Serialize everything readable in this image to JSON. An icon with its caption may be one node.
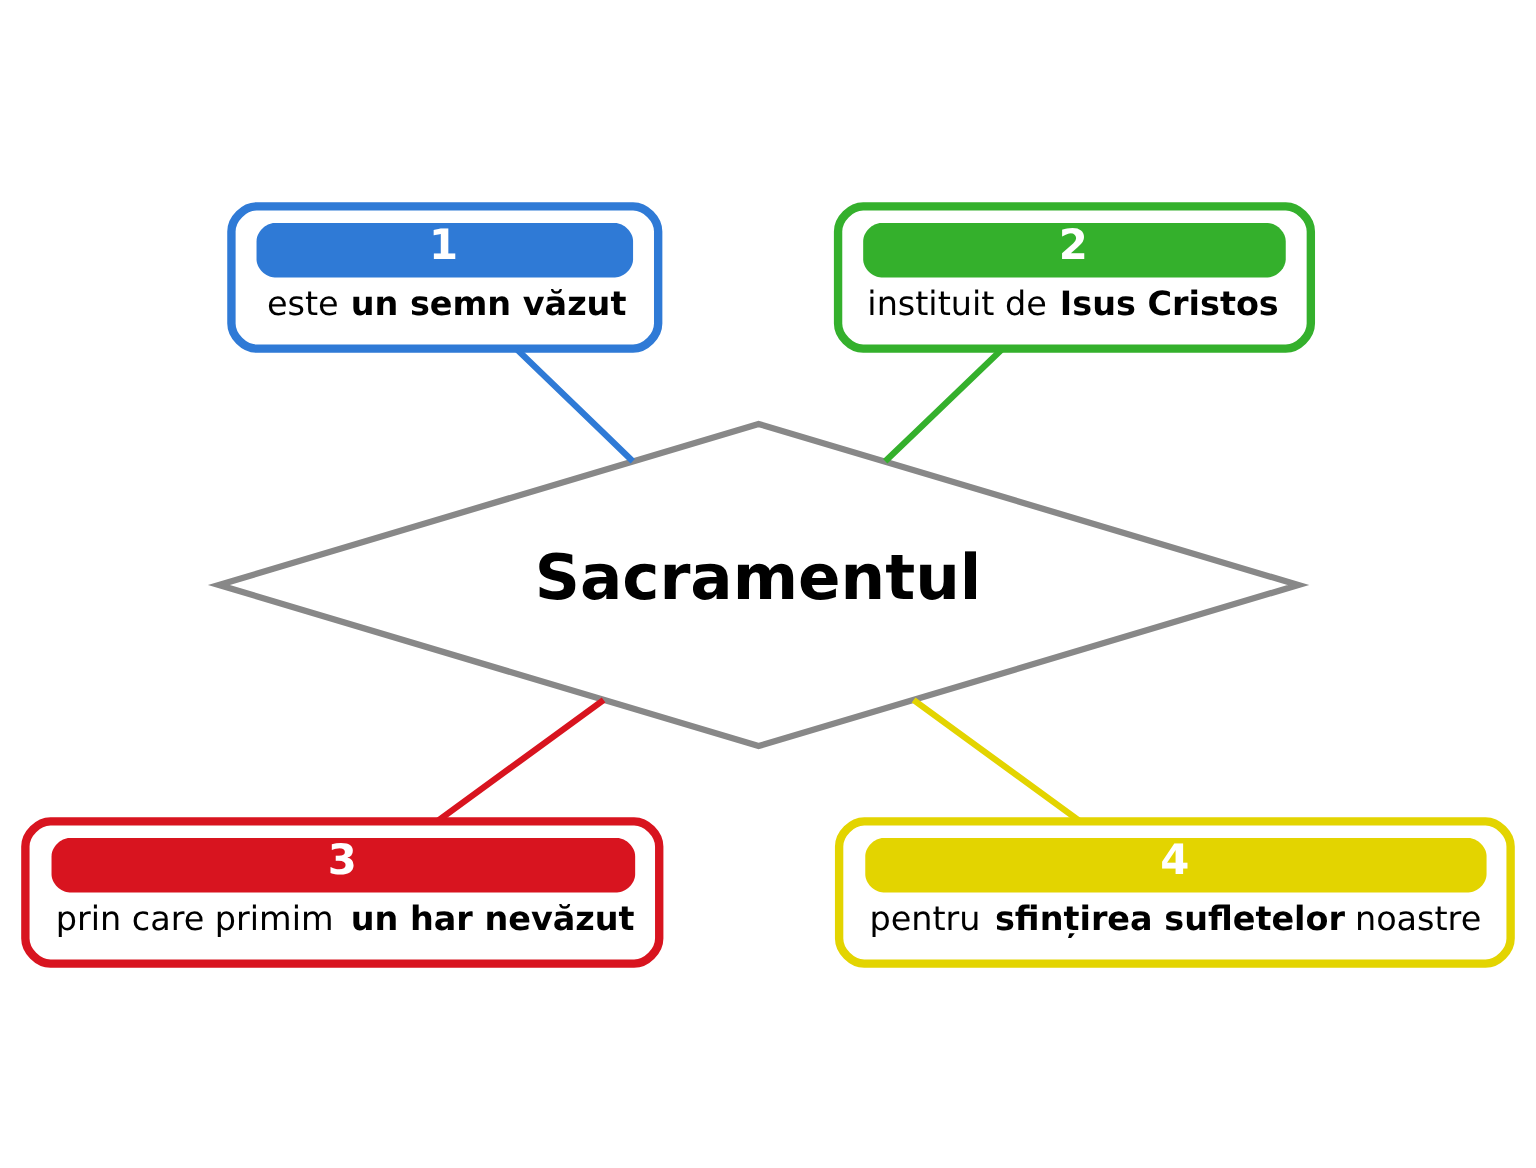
{
  "diagram": {
    "nodes": [
      {
        "text": [
          "Sacramentul"
        ]
      },
      {
        "text": [
          "1",
          "este **un semn văzut**"
        ]
      },
      {
        "text": [
          "2",
          "instituit de **Isus Cristos**"
        ]
      },
      {
        "text": [
          "3",
          "prin care primim **un har nevăzut**"
        ]
      },
      {
        "text": [
          "4",
          "pentru **sfințirea sufletelor** noastre"
        ]
      }
    ],
    "edges": [
      {
        "from": 1,
        "to": 0,
        "arrow": "none",
        "color": "#2f7ad6"
      },
      {
        "from": 2,
        "to": 0,
        "arrow": "none",
        "color": "#34b02c"
      },
      {
        "from": 0,
        "to": 3,
        "arrow": "none",
        "color": "#d8141f"
      },
      {
        "from": 0,
        "to": 4,
        "arrow": "none",
        "color": "#e3d400"
      }
    ]
  }
}
